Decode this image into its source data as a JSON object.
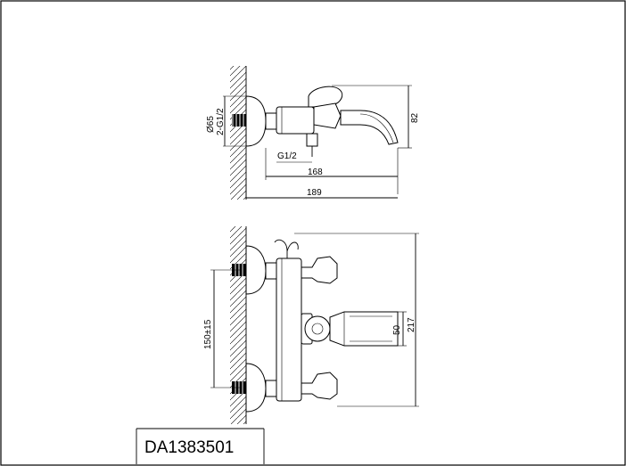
{
  "product_code": "DA1383501",
  "side_view": {
    "diameter_label": "Ø65",
    "thread_label": "2-G1/2",
    "height_label": "82",
    "outlet_thread_label": "G1/2",
    "spout_length_label": "168",
    "overall_length_label": "189"
  },
  "front_view": {
    "center_distance_label": "150±15",
    "outlet_height_label": "50",
    "overall_height_label": "217"
  }
}
